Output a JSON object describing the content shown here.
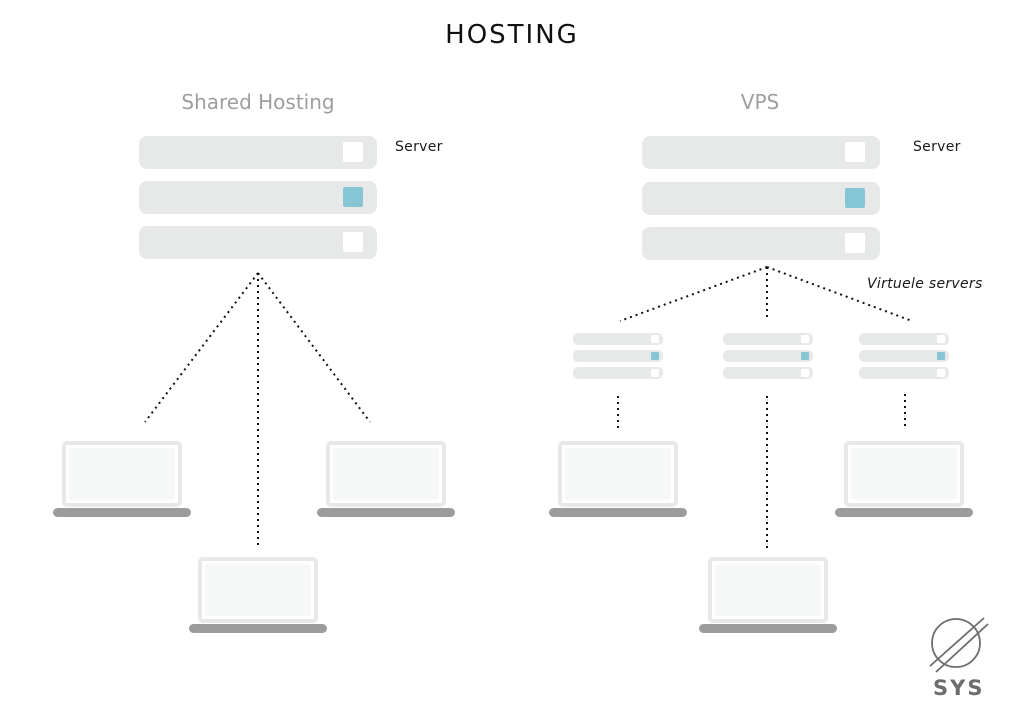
{
  "title": "HOSTING",
  "shared": {
    "heading": "Shared Hosting",
    "server_label": "Server"
  },
  "vps": {
    "heading": "VPS",
    "server_label": "Server",
    "virtual_label": "Virtuele servers"
  },
  "colors": {
    "rack": "#e7e9e8",
    "light_off": "#ffffff",
    "light_on": "#86c5d4",
    "laptop_base": "#9c9c9c"
  },
  "logo": {
    "text": "SYS"
  }
}
